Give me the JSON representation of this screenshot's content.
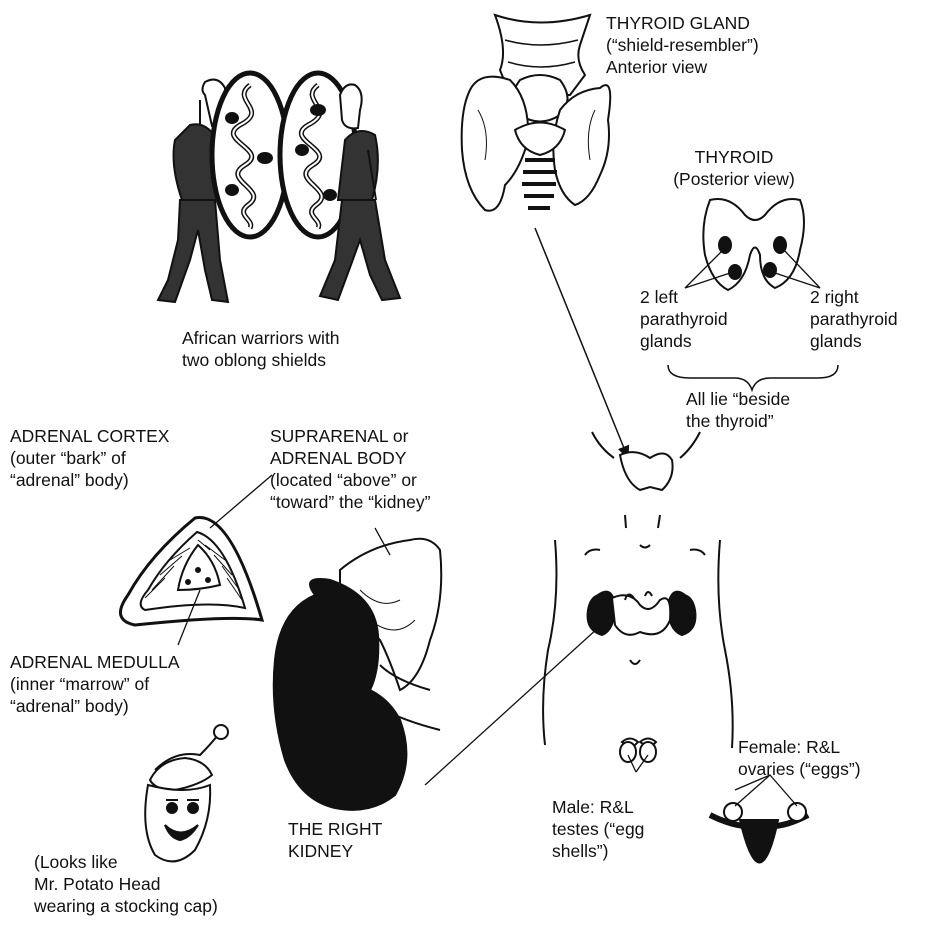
{
  "labels": {
    "thyroid_gland": "THYROID GLAND\n(“shield-resembler”)\nAnterior view",
    "thyroid_posterior": "THYROID\n(Posterior view)",
    "left_parathyroid": "2 left\nparathyroid\nglands",
    "right_parathyroid": "2 right\nparathyroid\nglands",
    "beside_thyroid": "All lie “beside\nthe thyroid”",
    "warriors": "African warriors with\ntwo oblong shields",
    "adrenal_cortex": "ADRENAL CORTEX\n(outer “bark” of\n“adrenal” body)",
    "suprarenal": "SUPRARENAL or\nADRENAL BODY\n(located “above” or\n“toward” the “kidney”",
    "adrenal_medulla": "ADRENAL MEDULLA\n(inner “marrow” of\n“adrenal” body)",
    "potato_head": "(Looks like\nMr. Potato Head\nwearing a stocking cap)",
    "right_kidney": "THE RIGHT\nKIDNEY",
    "male_testes": "Male: R&L\ntestes (“egg\nshells”)",
    "female_ovaries": "Female: R&L\novaries (“eggs”)"
  },
  "colors": {
    "ink": "#111111",
    "paper": "#ffffff"
  }
}
